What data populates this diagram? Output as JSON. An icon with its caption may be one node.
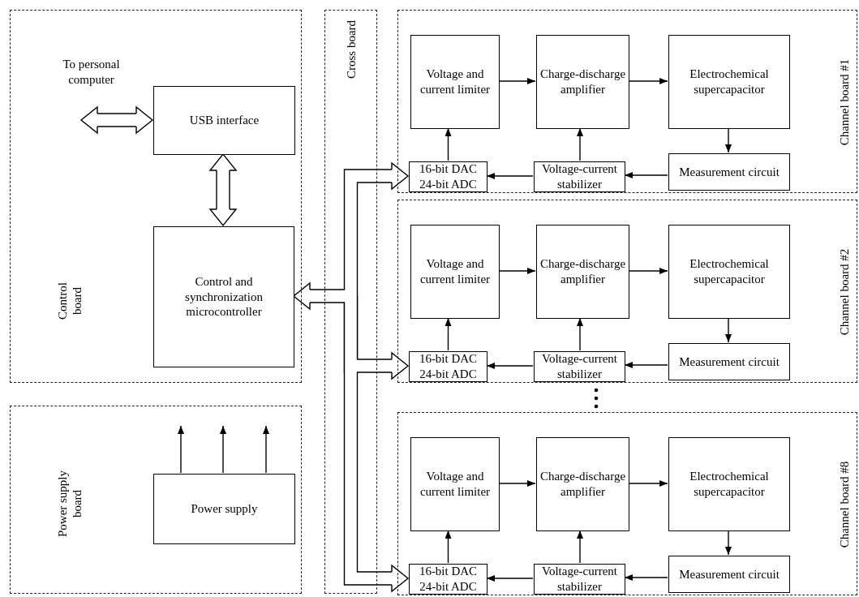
{
  "diagram": {
    "nodes": [
      {
        "text": [
          "Control board"
        ]
      },
      {
        "text": [
          "USB interface"
        ],
        "in": 0
      },
      {
        "text": [
          "Control and synchronization microcontroller"
        ],
        "in": 0
      },
      {
        "text": [
          "Power supply board"
        ]
      },
      {
        "text": [
          "Power supply"
        ],
        "in": 3
      },
      {
        "text": [
          "Cross board"
        ]
      },
      {
        "text": [
          "Channel board #1"
        ]
      },
      {
        "text": [
          "Voltage and current limiter"
        ],
        "in": 6
      },
      {
        "text": [
          "Charge-discharge amplifier"
        ],
        "in": 6
      },
      {
        "text": [
          "Electrochemical supercapacitor"
        ],
        "in": 6
      },
      {
        "text": [
          "16-bit DAC 24-bit ADC"
        ],
        "in": 6
      },
      {
        "text": [
          "Voltage-current stabilizer"
        ],
        "in": 6
      },
      {
        "text": [
          "Measurement circuit"
        ],
        "in": 6
      },
      {
        "text": [
          "Channel board #2"
        ]
      },
      {
        "text": [
          "Voltage and current limiter"
        ],
        "in": 13
      },
      {
        "text": [
          "Charge-discharge amplifier"
        ],
        "in": 13
      },
      {
        "text": [
          "Electrochemical supercapacitor"
        ],
        "in": 13
      },
      {
        "text": [
          "16-bit DAC 24-bit ADC"
        ],
        "in": 13
      },
      {
        "text": [
          "Voltage-current stabilizer"
        ],
        "in": 13
      },
      {
        "text": [
          "Measurement circuit"
        ],
        "in": 13
      },
      {
        "text": [
          "Channel board #8"
        ]
      },
      {
        "text": [
          "Voltage and current limiter"
        ],
        "in": 20
      },
      {
        "text": [
          "Charge-discharge amplifier"
        ],
        "in": 20
      },
      {
        "text": [
          "Electrochemical supercapacitor"
        ],
        "in": 20
      },
      {
        "text": [
          "16-bit DAC 24-bit ADC"
        ],
        "in": 20
      },
      {
        "text": [
          "Voltage-current stabilizer"
        ],
        "in": 20
      },
      {
        "text": [
          "Measurement circuit"
        ],
        "in": 20
      }
    ],
    "edges": [
      {
        "from": 1,
        "to": null,
        "arrow": "both",
        "style": "thick"
      },
      {
        "from": 1,
        "to": 2,
        "arrow": "both",
        "style": "thick"
      },
      {
        "from": 5,
        "to": 2,
        "arrow": "to",
        "style": "thick"
      },
      {
        "from": 5,
        "to": 10,
        "arrow": "to",
        "style": "thick"
      },
      {
        "from": 5,
        "to": 17,
        "arrow": "to",
        "style": "thick"
      },
      {
        "from": 5,
        "to": 24,
        "arrow": "to",
        "style": "thick"
      },
      {
        "from": 4,
        "to": null,
        "arrow": "to"
      },
      {
        "from": 4,
        "to": null,
        "arrow": "to"
      },
      {
        "from": 4,
        "to": null,
        "arrow": "to"
      },
      {
        "from": 10,
        "to": 7,
        "arrow": "to"
      },
      {
        "from": 7,
        "to": 8,
        "arrow": "to"
      },
      {
        "from": 8,
        "to": 9,
        "arrow": "to"
      },
      {
        "from": 9,
        "to": 12,
        "arrow": "to"
      },
      {
        "from": 12,
        "to": 11,
        "arrow": "to"
      },
      {
        "from": 11,
        "to": 8,
        "arrow": "to"
      },
      {
        "from": 11,
        "to": 10,
        "arrow": "to"
      },
      {
        "from": 17,
        "to": 14,
        "arrow": "to"
      },
      {
        "from": 14,
        "to": 15,
        "arrow": "to"
      },
      {
        "from": 15,
        "to": 16,
        "arrow": "to"
      },
      {
        "from": 16,
        "to": 19,
        "arrow": "to"
      },
      {
        "from": 19,
        "to": 18,
        "arrow": "to"
      },
      {
        "from": 18,
        "to": 15,
        "arrow": "to"
      },
      {
        "from": 18,
        "to": 17,
        "arrow": "to"
      },
      {
        "from": 24,
        "to": 21,
        "arrow": "to"
      },
      {
        "from": 21,
        "to": 22,
        "arrow": "to"
      },
      {
        "from": 22,
        "to": 23,
        "arrow": "to"
      },
      {
        "from": 23,
        "to": 26,
        "arrow": "to"
      },
      {
        "from": 26,
        "to": 25,
        "arrow": "to"
      },
      {
        "from": 25,
        "to": 22,
        "arrow": "to"
      },
      {
        "from": 25,
        "to": 24,
        "arrow": "to"
      }
    ],
    "labels": [
      "To personal computer"
    ]
  }
}
